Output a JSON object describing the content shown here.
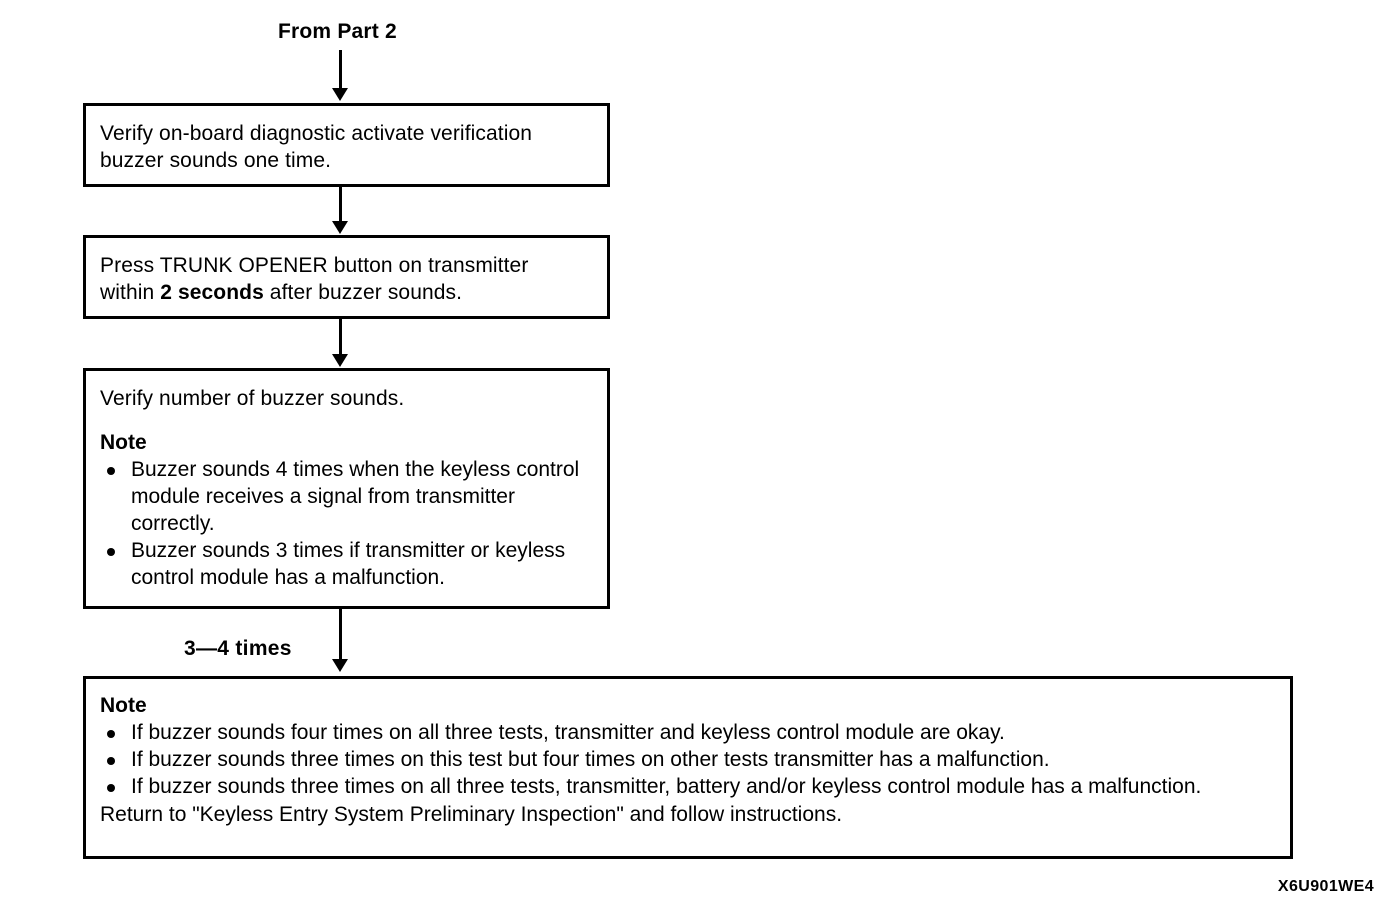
{
  "diagram": {
    "entry_label": "From Part 2",
    "doc_code": "X6U901WE4",
    "edge_label": "3—4 times",
    "steps": [
      {
        "id": "step-1",
        "line1": "Verify on-board diagnostic activate verification",
        "line2": "buzzer sounds one time."
      },
      {
        "id": "step-2",
        "line1": "Press TRUNK OPENER button on transmitter",
        "line2_a": "within ",
        "line2_b": "2 seconds",
        "line2_c": " after buzzer sounds."
      },
      {
        "id": "step-3",
        "heading": "Verify number of buzzer sounds.",
        "note_label": "Note",
        "bullets": [
          "Buzzer sounds 4 times when the keyless control module receives a signal from transmitter correctly.",
          "Buzzer sounds 3 times if transmitter or keyless control module has a malfunction."
        ]
      },
      {
        "id": "step-4",
        "note_label": "Note",
        "bullets": [
          "If buzzer sounds four times on all three tests, transmitter and keyless control module are okay.",
          "If buzzer sounds three times on this test but four times on other tests transmitter has a malfunction.",
          "If buzzer sounds three times on all three tests, transmitter, battery and/or keyless control module has a malfunction."
        ],
        "tail": "Return to \"Keyless Entry System Preliminary Inspection\" and follow instructions."
      }
    ]
  }
}
